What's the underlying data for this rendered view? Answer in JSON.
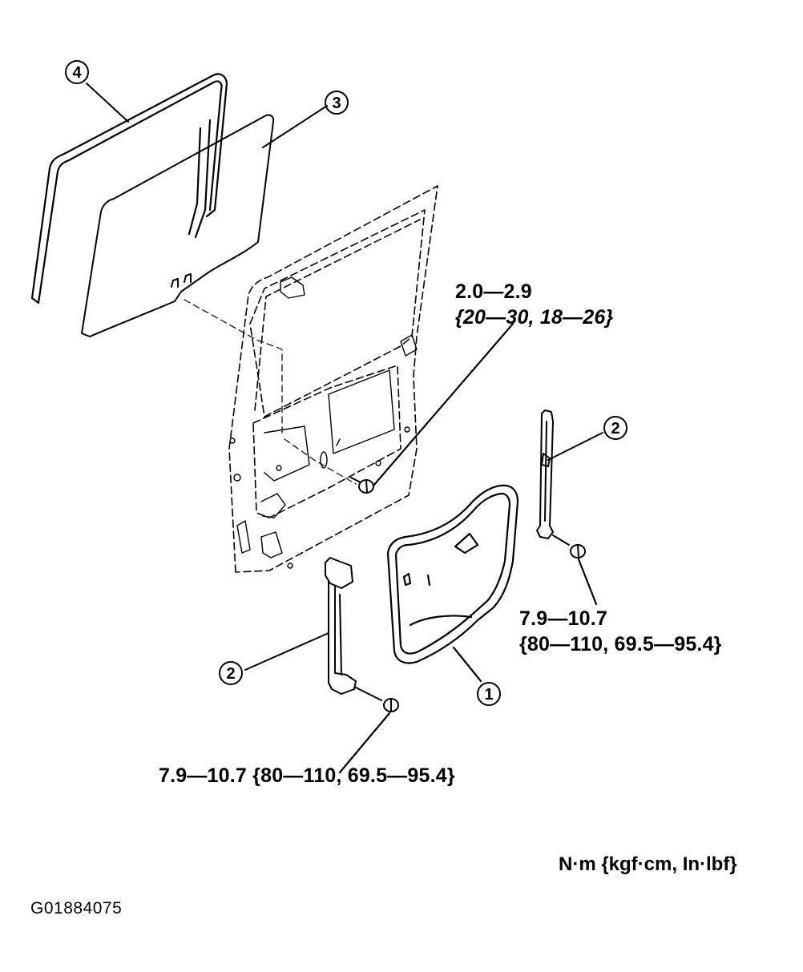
{
  "callouts": {
    "c1": "1",
    "c2a": "2",
    "c2b": "2",
    "c3": "3",
    "c4": "4"
  },
  "torque": {
    "top_line1": "2.0—2.9",
    "top_line2": "{20—30, 18—26}",
    "right_line1": "7.9—10.7",
    "right_line2": "{80—110, 69.5—95.4}",
    "bottom": "7.9—10.7 {80—110, 69.5—95.4}"
  },
  "units": "N·m {kgf·cm, In·lbf}",
  "figure_code": "G01884075"
}
